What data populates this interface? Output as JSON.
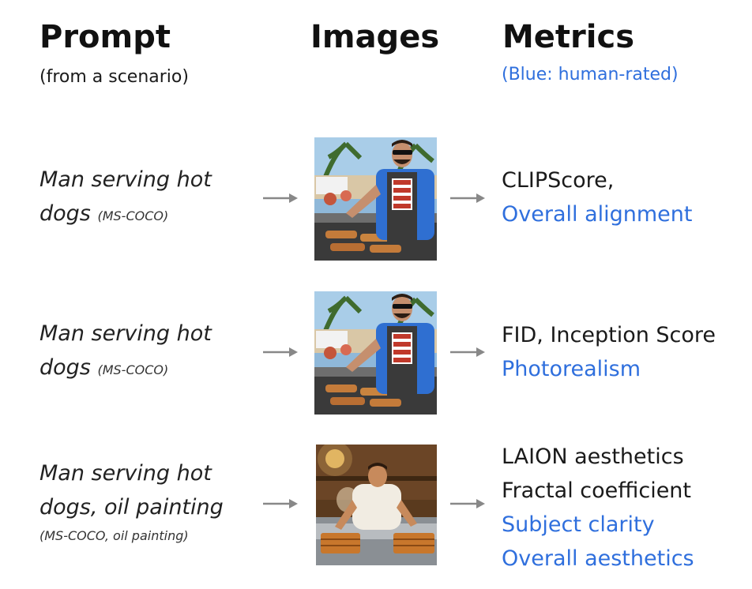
{
  "headers": {
    "prompt": {
      "title": "Prompt",
      "subtitle": "(from a scenario)"
    },
    "images": {
      "title": "Images"
    },
    "metrics": {
      "title": "Metrics",
      "subtitle": "(Blue: human-rated)"
    }
  },
  "colors": {
    "human_rated": "#2f6fdd",
    "text": "#1a1a1a",
    "arrow": "#888888"
  },
  "rows": [
    {
      "prompt_lines": [
        "Man serving hot",
        "dogs"
      ],
      "source": "(MS-COCO)",
      "image_icon": "photo-man-grilling-hot-dogs",
      "metrics": [
        {
          "label": "CLIPScore,",
          "human_rated": false
        },
        {
          "label": "Overall alignment",
          "human_rated": true
        }
      ]
    },
    {
      "prompt_lines": [
        "Man serving hot",
        "dogs"
      ],
      "source": "(MS-COCO)",
      "image_icon": "photo-man-grilling-hot-dogs",
      "metrics": [
        {
          "label": "FID,  Inception Score",
          "human_rated": false
        },
        {
          "label": "Photorealism",
          "human_rated": true
        }
      ]
    },
    {
      "prompt_lines": [
        "Man serving hot",
        "dogs, oil painting"
      ],
      "source": "(MS-COCO, oil painting)",
      "image_icon": "oil-painting-man-cooking",
      "metrics": [
        {
          "label": "LAION aesthetics",
          "human_rated": false
        },
        {
          "label": "Fractal coefficient",
          "human_rated": false
        },
        {
          "label": "Subject clarity",
          "human_rated": true
        },
        {
          "label": "Overall aesthetics",
          "human_rated": true
        }
      ]
    }
  ]
}
